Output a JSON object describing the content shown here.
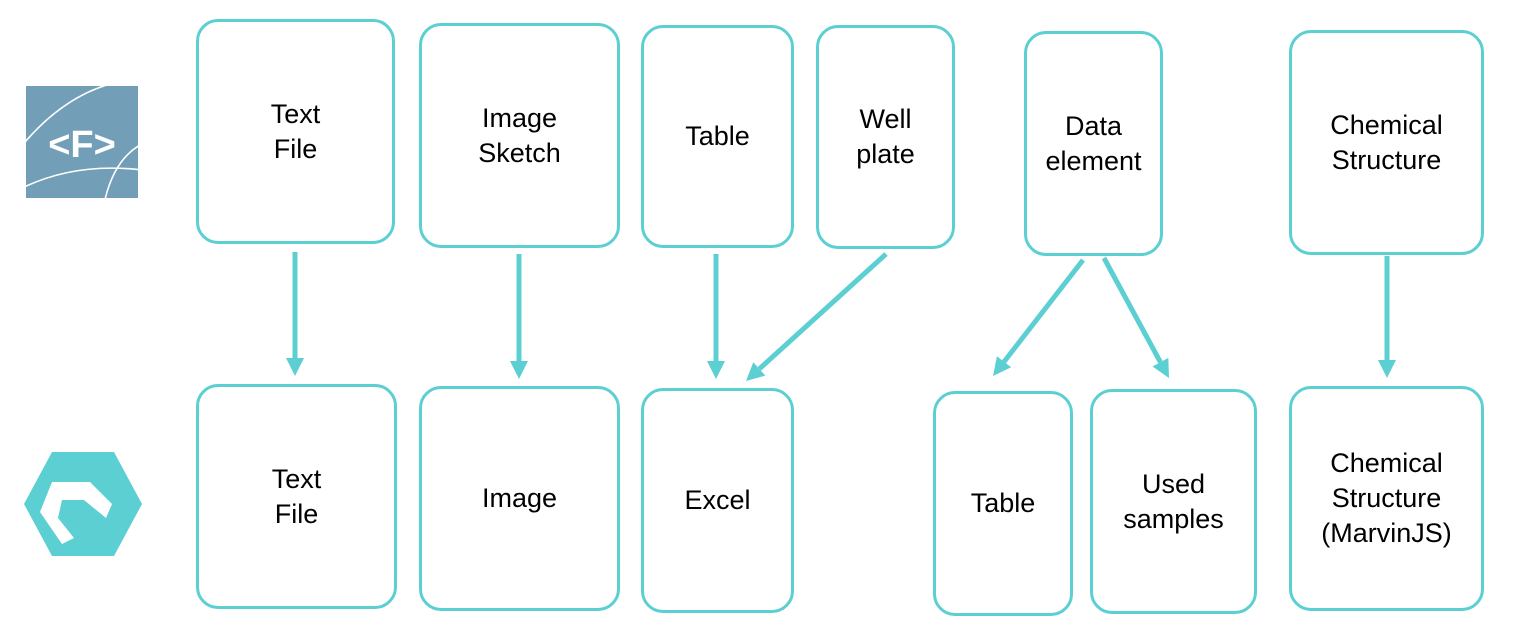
{
  "colors": {
    "box_border": "#5ccfd2",
    "arrow": "#5ccfd2",
    "source_logo": "#729fb7",
    "target_logo": "#5ccfd2"
  },
  "icons": {
    "source": "angle-bracket-f-logo-icon",
    "target": "hexagon-chevron-logo-icon"
  },
  "source_logo_text": "<F>",
  "diagram": {
    "source_boxes": [
      {
        "id": "text-file",
        "label": "Text\nFile"
      },
      {
        "id": "image-sketch",
        "label": "Image\nSketch"
      },
      {
        "id": "table",
        "label": "Table"
      },
      {
        "id": "well-plate",
        "label": "Well\nplate"
      },
      {
        "id": "data-element",
        "label": "Data\nelement"
      },
      {
        "id": "chemical-structure",
        "label": "Chemical\nStructure"
      }
    ],
    "target_boxes": [
      {
        "id": "text-file",
        "label": "Text\nFile"
      },
      {
        "id": "image",
        "label": "Image"
      },
      {
        "id": "excel",
        "label": "Excel"
      },
      {
        "id": "table",
        "label": "Table"
      },
      {
        "id": "used-samples",
        "label": "Used\nsamples"
      },
      {
        "id": "chemical-structure-marvinjs",
        "label": "Chemical\nStructure\n(MarvinJS)"
      }
    ],
    "mappings": [
      {
        "from": "text-file",
        "to": "text-file"
      },
      {
        "from": "image-sketch",
        "to": "image"
      },
      {
        "from": "table",
        "to": "excel"
      },
      {
        "from": "well-plate",
        "to": "excel"
      },
      {
        "from": "data-element",
        "to": "table"
      },
      {
        "from": "data-element",
        "to": "used-samples"
      },
      {
        "from": "chemical-structure",
        "to": "chemical-structure-marvinjs"
      }
    ]
  }
}
